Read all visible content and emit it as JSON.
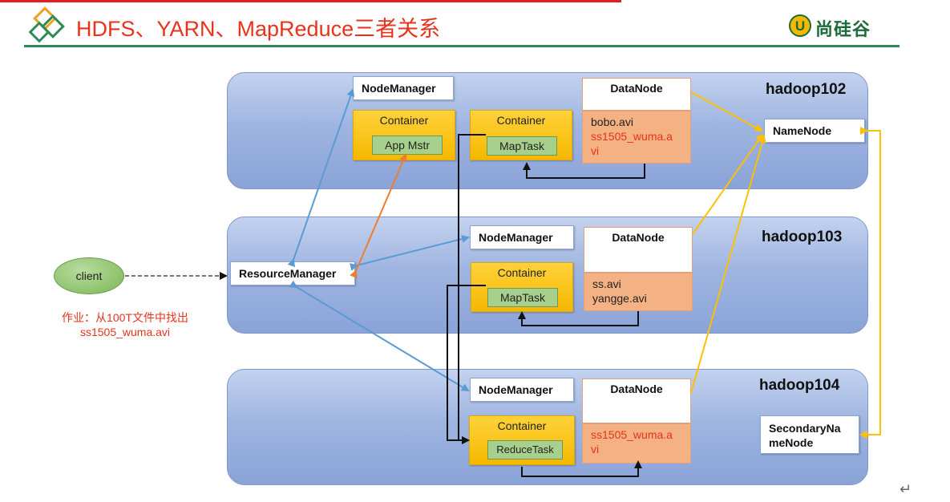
{
  "header": {
    "title": "HDFS、YARN、MapReduce三者关系",
    "logo_text": "尚硅谷",
    "logo_letter": "U"
  },
  "hosts": [
    {
      "name": "hadoop102"
    },
    {
      "name": "hadoop103"
    },
    {
      "name": "hadoop104"
    }
  ],
  "node_manager_label": "NodeManager",
  "resource_manager_label": "ResourceManager",
  "container_label": "Container",
  "datanode_label": "DataNode",
  "namenode_label": "NameNode",
  "secondary_namenode_label": [
    "SecondaryNa",
    "meNode"
  ],
  "tasks": {
    "app_master": "App Mstr",
    "map_task": "MapTask",
    "reduce_task": "ReduceTask"
  },
  "datanode_files": {
    "hadoop102": [
      "bobo.avi",
      "ss1505_wuma.a",
      "vi"
    ],
    "hadoop103": [
      "ss.avi",
      "yangge.avi"
    ],
    "hadoop104": [
      "ss1505_wuma.a",
      "vi"
    ]
  },
  "client": {
    "label": "client",
    "homework": [
      "作业：从100T文件中找出",
      "ss1505_wuma.avi"
    ]
  },
  "footer_mark": "↵",
  "colors": {
    "title_red": "#e8331c",
    "brand_green": "#2e8b57",
    "arrow_blue": "#5b9bd5",
    "arrow_orange": "#ed7d31",
    "arrow_gold": "#ffc000"
  }
}
